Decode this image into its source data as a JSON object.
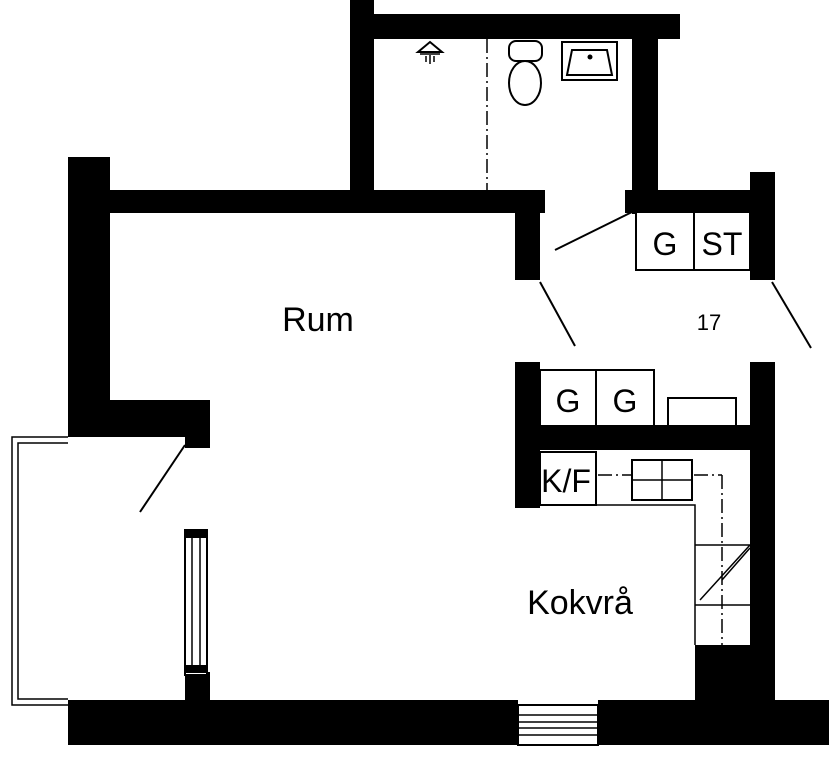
{
  "rooms": {
    "main": "Rum",
    "kitchen": "Kokvrå"
  },
  "unit_number": "17",
  "fixtures": {
    "hall_left": "G",
    "hall_right": "ST",
    "wardrobe_left": "G",
    "wardrobe_right": "G",
    "fridge": "K/F"
  },
  "icons": {
    "shower": "shower-icon",
    "toilet": "toilet-icon",
    "sink": "sink-icon",
    "stove": "stove-icon",
    "window": "window-icon"
  },
  "colors": {
    "wall": "#000000",
    "background": "#ffffff"
  }
}
